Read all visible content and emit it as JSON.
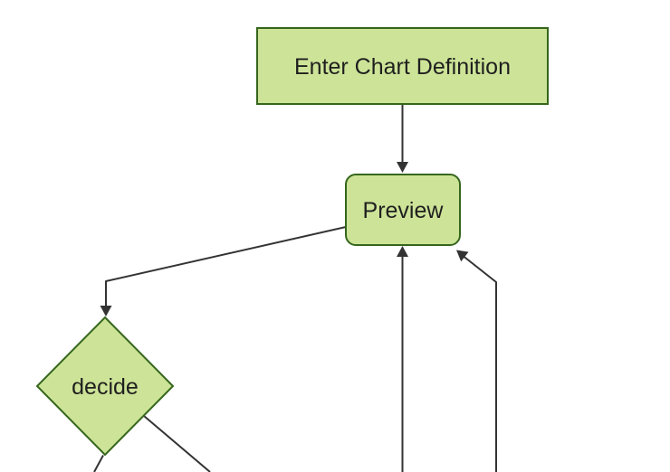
{
  "diagram": {
    "type": "flowchart",
    "direction": "top-down",
    "nodes": [
      {
        "id": "A",
        "label": "Enter Chart Definition",
        "shape": "rectangle"
      },
      {
        "id": "B",
        "label": "Preview",
        "shape": "rounded-rectangle"
      },
      {
        "id": "C",
        "label": "decide",
        "shape": "diamond"
      }
    ],
    "edges": [
      {
        "from": "A",
        "to": "B",
        "arrow": true,
        "clipped": false
      },
      {
        "from": "B",
        "to": "C",
        "arrow": true,
        "clipped": false
      },
      {
        "from": "C",
        "to": "offscreen-bottom-left",
        "arrow": false,
        "clipped": true
      },
      {
        "from": "C",
        "to": "offscreen-bottom-right",
        "arrow": false,
        "clipped": true
      },
      {
        "from": "offscreen-bottom-center",
        "to": "B",
        "arrow": true,
        "clipped": true
      },
      {
        "from": "offscreen-bottom-right",
        "to": "B",
        "arrow": true,
        "clipped": true
      }
    ]
  },
  "theme": {
    "node_fill": "#cde498",
    "node_border": "#35661c",
    "line_color": "#333333",
    "text_color": "#1f1f1f",
    "background": "#ffffff"
  }
}
